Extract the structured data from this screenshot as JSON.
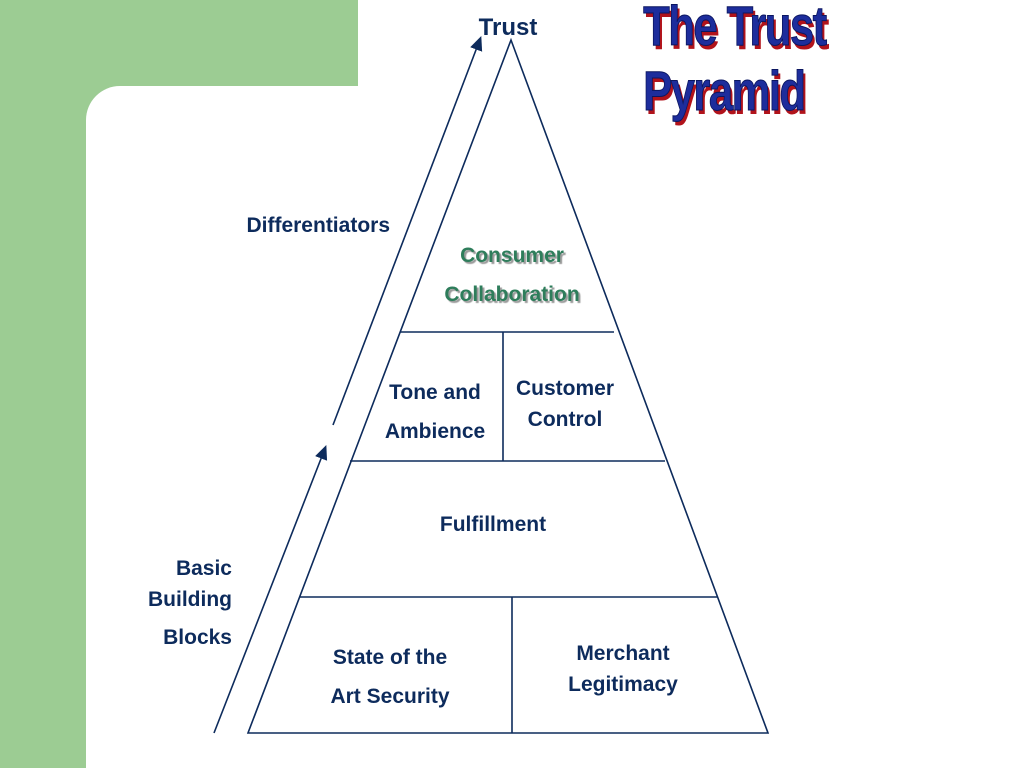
{
  "title": "The Trust Pyramid",
  "apex_label": "Trust",
  "side_labels": {
    "differentiators": "Differentiators",
    "basic_building_blocks": [
      "Basic",
      "Building",
      "Blocks"
    ]
  },
  "tiers": {
    "top": [
      "Consumer",
      "Collaboration"
    ],
    "second_left": [
      "Tone and",
      "Ambience"
    ],
    "second_right": [
      "Customer",
      "Control"
    ],
    "third": "Fulfillment",
    "bottom_left": [
      "State of the",
      "Art Security"
    ],
    "bottom_right": [
      "Merchant",
      "Legitimacy"
    ]
  },
  "colors": {
    "background_green": "#9ccc93",
    "line": "#0d2b5c",
    "title_fill": "#1d2d9c",
    "title_shadow": "#b1131b",
    "top_tier_text": "#2e7d5b"
  }
}
